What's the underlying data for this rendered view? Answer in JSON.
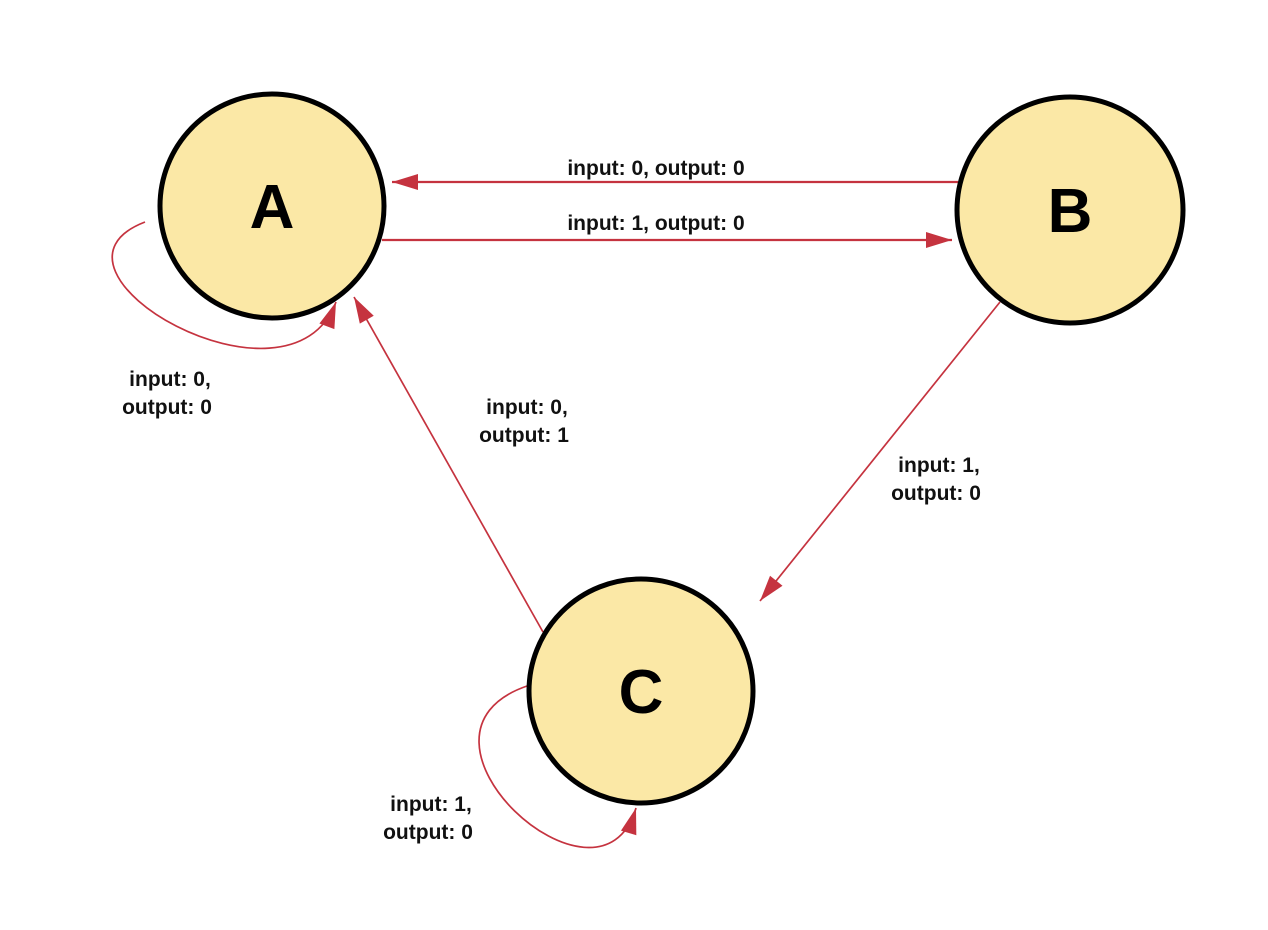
{
  "diagram": {
    "type": "state-machine",
    "machine": "mealy",
    "colors": {
      "background": "#ffffff",
      "state_fill": "#FBE8A6",
      "state_border": "#000000",
      "edge": "#C5333F",
      "label_text": "#111111"
    },
    "states": [
      {
        "id": "A",
        "label": "A"
      },
      {
        "id": "B",
        "label": "B"
      },
      {
        "id": "C",
        "label": "C"
      }
    ],
    "transitions": {
      "b_to_a": {
        "from": "B",
        "to": "A",
        "input": "0",
        "output": "0",
        "label": "input: 0, output: 0"
      },
      "a_to_b": {
        "from": "A",
        "to": "B",
        "input": "1",
        "output": "0",
        "label": "input: 1, output: 0"
      },
      "b_to_c": {
        "from": "B",
        "to": "C",
        "input": "1",
        "output": "0",
        "line1": "input: 1,",
        "line2": "output: 0"
      },
      "c_to_a": {
        "from": "C",
        "to": "A",
        "input": "0",
        "output": "1",
        "line1": "input: 0,",
        "line2": "output: 1"
      },
      "a_self": {
        "from": "A",
        "to": "A",
        "input": "0",
        "output": "0",
        "line1": "input: 0,",
        "line2": "output: 0"
      },
      "c_self": {
        "from": "C",
        "to": "C",
        "input": "1",
        "output": "0",
        "line1": "input: 1,",
        "line2": "output: 0"
      }
    }
  }
}
